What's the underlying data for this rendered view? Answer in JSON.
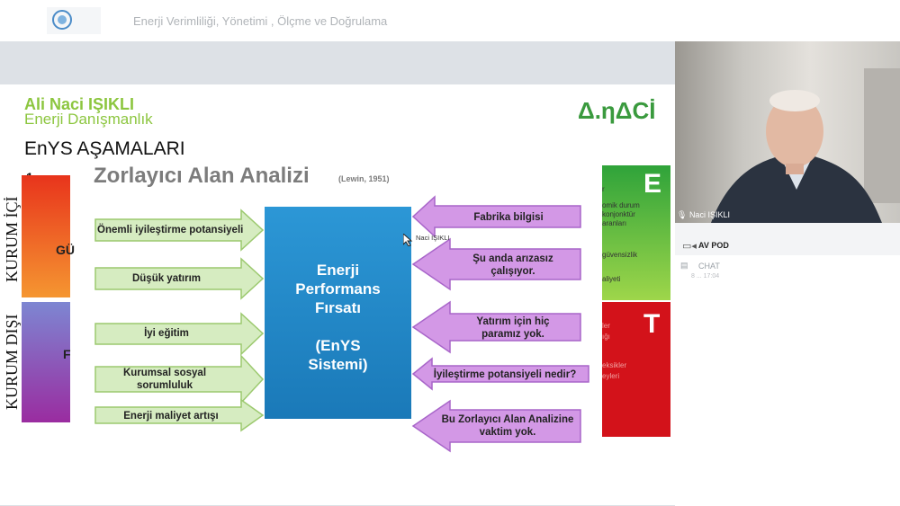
{
  "app": {
    "title": "Enerji Verimliliği, Yönetimi , Ölçme ve Doğrulama"
  },
  "slide": {
    "presenter_name": "Ali Naci IŞIKLI",
    "presenter_org": "Enerji Danışmanlık",
    "brand": "Δ.ηΔCİ",
    "heading": "EnYS AŞAMALARI",
    "step_number": "1",
    "subtitle": "Zorlayıcı Alan Analizi",
    "citation": "(Lewin, 1951)",
    "label_internal": "KURUM İÇİ",
    "label_external": "KURUM DIŞI",
    "cut_left_top": "GÜ",
    "cut_left_bottom": "F",
    "center_box": {
      "lines": [
        "Enerji",
        "Performans",
        "Fırsatı",
        "",
        "(EnYS",
        "Sistemi)"
      ]
    },
    "left_arrows": [
      "Önemli iyileştirme potansiyeli",
      "Düşük yatırım",
      "İyi eğitim",
      "Kurumsal sosyal sorumluluk",
      "Enerji maliyet artışı"
    ],
    "right_arrows": [
      "Fabrika bilgisi",
      "Şu anda arızasız çalışıyor.",
      "Yatırım için hiç paramız yok.",
      "İyileştirme potansiyeli nedir?",
      "Bu Zorlayıcı Alan Analizine vaktim yok."
    ],
    "green_block": {
      "letter": "E",
      "texts": [
        "r",
        "omik durum",
        "konjonktür",
        "aranları",
        "",
        "güvensizlik",
        "aliyeti"
      ]
    },
    "red_block": {
      "letter": "T",
      "texts": [
        "ler",
        "ığı",
        "eksikler",
        "eyleri"
      ]
    },
    "cursor_tag": "Naci IŞIKLI"
  },
  "sidebar": {
    "camera_label": "Naci IŞIKLI",
    "pod_label": "AV POD",
    "chat_label": "CHAT",
    "chat_sub": "8 ... 17:04"
  },
  "colors": {
    "green_text": "#8cc63f",
    "brand_green": "#3a9a3e",
    "center_blue": "#1f86c7",
    "left_arrow_fill": "#d6ecc1",
    "left_arrow_stroke": "#9cc96f",
    "right_arrow_fill": "#d398e6",
    "right_arrow_stroke": "#a865c9"
  }
}
